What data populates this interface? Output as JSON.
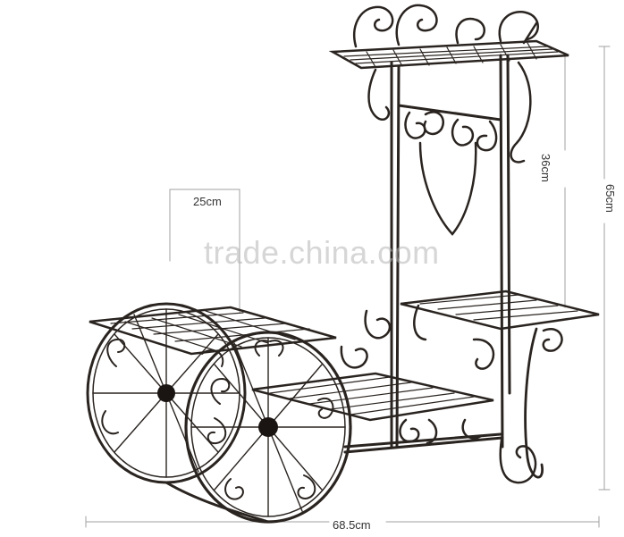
{
  "image": {
    "subject": "plant-stand-cart",
    "colors": {
      "metal": "#2a2420",
      "dimension_line": "#9a9a9a",
      "watermark": "#bdbdbd"
    }
  },
  "dimensions": {
    "top_width": "25cm",
    "total_width": "68.5cm",
    "upper_height": "36cm",
    "total_height": "65cm"
  },
  "watermark": "trade.china.com"
}
